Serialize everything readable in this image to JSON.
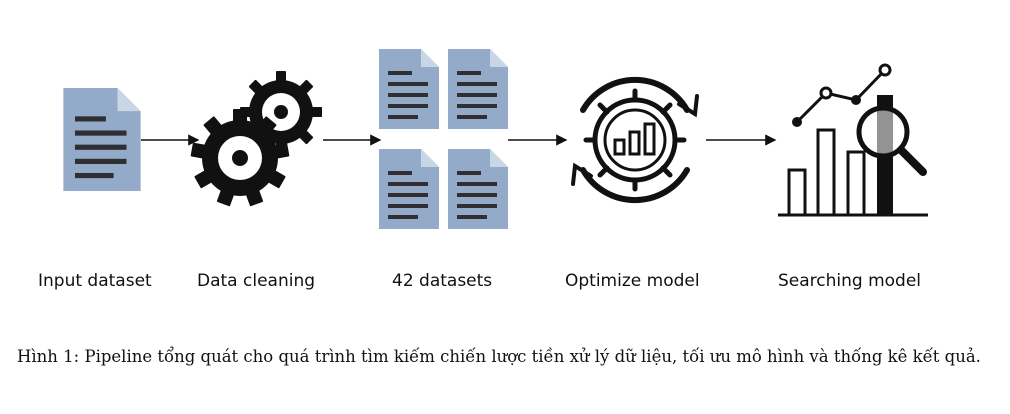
{
  "pipeline": {
    "steps": [
      {
        "label": "Input dataset",
        "icon": "document-icon"
      },
      {
        "label": "Data cleaning",
        "icon": "gears-icon"
      },
      {
        "label": "42 datasets",
        "icon": "documents-grid-icon"
      },
      {
        "label": "Optimize model",
        "icon": "optimize-gear-chart-icon"
      },
      {
        "label": "Searching model",
        "icon": "search-chart-icon"
      }
    ]
  },
  "caption": {
    "text": "Hình 1: Pipeline tổng quát cho quá trình tìm kiếm chiến lược tiền xử lý dữ liệu, tối ưu mô hình và thống kê kết quả."
  },
  "colors": {
    "document": "#93aac8",
    "document_lines": "#2e2e33",
    "icon_dark": "#111111",
    "arrow": "#111111"
  }
}
